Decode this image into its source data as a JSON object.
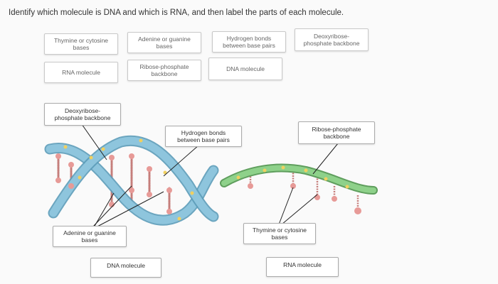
{
  "instruction": "Identify which molecule is DNA and which is RNA, and then label the parts of each molecule.",
  "label_bank": [
    {
      "text": "Thymine or cytosine\nbases"
    },
    {
      "text": "Adenine or guanine\nbases"
    },
    {
      "text": "Hydrogen bonds\nbetween base pairs"
    },
    {
      "text": "Deoxyribose-\nphosphate backbone"
    },
    {
      "text": "RNA molecule"
    },
    {
      "text": "Ribose-phosphate\nbackbone"
    },
    {
      "text": "DNA molecule"
    }
  ],
  "placed_labels": {
    "dna_backbone": "Deoxyribose-\nphosphate backbone",
    "dna_hydrogen_bonds": "Hydrogen bonds\nbetween base pairs",
    "dna_bases": "Adenine or guanine\nbases",
    "dna_name": "DNA molecule",
    "rna_backbone": "Ribose-phosphate\nbackbone",
    "rna_bases": "Thymine or cytosine\nbases",
    "rna_name": "RNA molecule"
  },
  "colors": {
    "dna_strand": "#8ec5dd",
    "dna_strand_edge": "#5b9bb8",
    "rna_strand": "#7dbb7a",
    "base_pink": "#e79a97",
    "base_yellow": "#f0d060",
    "phosphate_gray": "#8a9aa8"
  }
}
